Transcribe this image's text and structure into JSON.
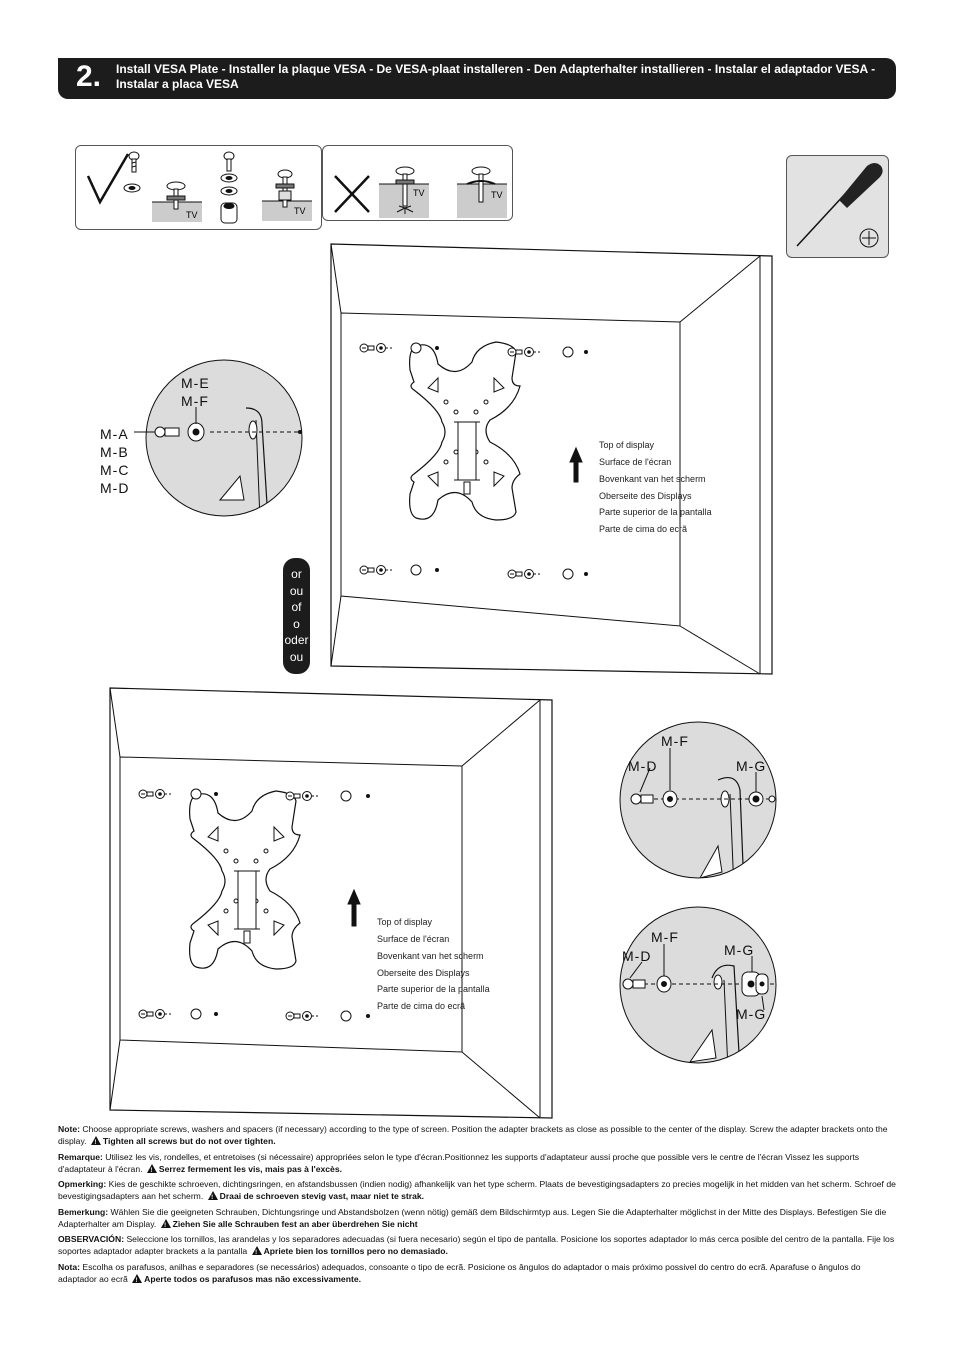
{
  "header": {
    "step_number": "2.",
    "title": "Install VESA Plate - Installer la plaque VESA - De VESA-plaat installeren - Den Adapterhalter installieren - Instalar el adaptador VESA - Instalar a placa VESA"
  },
  "screw_guide": {
    "tv_label": "TV",
    "correct_icon": "check-mark-icon",
    "incorrect_icon": "cross-mark-icon"
  },
  "tool": {
    "icon": "phillips-screwdriver-icon"
  },
  "detail_top": {
    "labels": [
      "M-E",
      "M-F",
      "M-A",
      "M-B",
      "M-C",
      "M-D"
    ]
  },
  "top_of_display": [
    "Top of display",
    "Surface de l'écran",
    "Bovenkant van het scherm",
    "Oberseite des Displays",
    "Parte superior de la pantalla",
    "Parte de cima do ecrã"
  ],
  "or_words": [
    "or",
    "ou",
    "of",
    "o",
    "oder",
    "ou"
  ],
  "detail_mid": {
    "m_f": "M-F",
    "m_d": "M-D",
    "m_g": "M-G"
  },
  "detail_bottom": {
    "m_f": "M-F",
    "m_d": "M-D",
    "m_g_top": "M-G",
    "m_g_bottom": "M-G"
  },
  "notes": [
    {
      "label": "Note:",
      "text": "Choose appropriate screws, washers and spacers (if necessary) according to the type of screen. Position the adapter brackets as close as possible to the center of the display. Screw the adapter brackets onto the display.",
      "warning": "Tighten all screws but do not over tighten."
    },
    {
      "label": "Remarque:",
      "text": "Utilisez les vis, rondelles, et entretoises (si nécessaire) appropriées selon le type d'écran.Positionnez les supports d'adaptateur aussi proche que possible vers le centre de l'écran Vissez les supports d'adaptateur à l'écran.",
      "warning": "Serrez fermement les vis, mais pas à l'excès."
    },
    {
      "label": "Opmerking:",
      "text": "Kies de geschikte schroeven, dichtingsringen, en afstandsbussen (indien nodig) afhankelijk van het type scherm. Plaats de bevestigingsadapters zo precies mogelijk in het midden van het scherm. Schroef de bevestigingsadapters aan het scherm.",
      "warning": "Draai de schroeven stevig vast, maar niet te strak."
    },
    {
      "label": "Bemerkung:",
      "text": "Wählen Sie die geeigneten Schrauben, Dichtungsringe und Abstandsbolzen (wenn nötig) gemäß dem Bildschirmtyp aus. Legen Sie die Adapterhalter möglichst in der Mitte des Displays. Befestigen Sie die Adapterhalter am Display.",
      "warning": "Ziehen Sie alle Schrauben fest an aber überdrehen Sie nicht"
    },
    {
      "label": "OBSERVACIÓN:",
      "text": "Seleccione los tornillos, las arandelas y los separadores adecuadas (si fuera necesario) según el tipo de pantalla. Posicione los soportes adaptador lo más cerca posible del centro de la pantalla. Fije los soportes adaptador adapter brackets a la pantalla",
      "warning": "Apriete bien los tornillos pero no demasiado."
    },
    {
      "label": "Nota:",
      "text": "Escolha os parafusos, anilhas e separadores (se necessários) adequados, consoante o tipo de ecrã. Posicione os ângulos do adaptador o mais próximo possivel do centro do ecrã. Aparafuse o ângulos do adaptador ao ecrã",
      "warning": "Aperte todos os parafusos mas não excessivamente."
    }
  ]
}
